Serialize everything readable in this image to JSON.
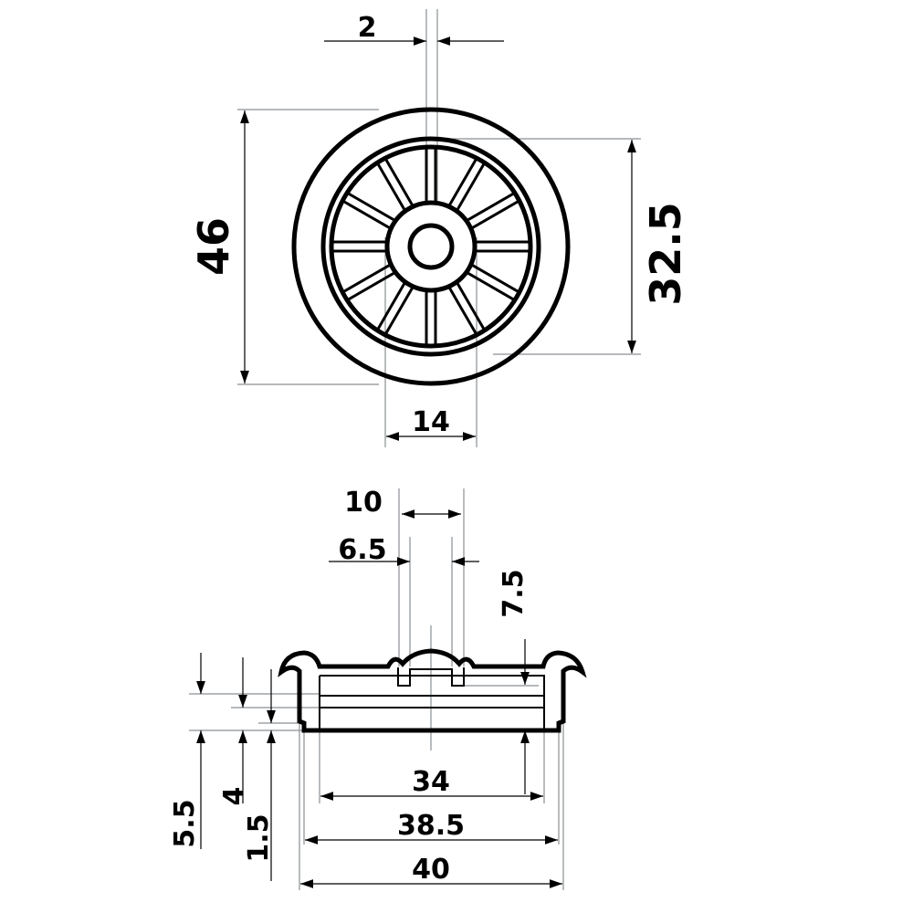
{
  "top_view": {
    "dim_rib_width": "2",
    "dim_outer_diameter": "46",
    "dim_inner_diameter": "32.5",
    "dim_hub_diameter": "14"
  },
  "side_view": {
    "dim_dome_width": "10",
    "dim_notch_spacing": "6.5",
    "dim_depth": "7.5",
    "dim_height_a": "5.5",
    "dim_height_b": "4",
    "dim_step": "1.5",
    "dim_inner_width": "34",
    "dim_base_width": "38.5",
    "dim_overall_width": "40"
  }
}
